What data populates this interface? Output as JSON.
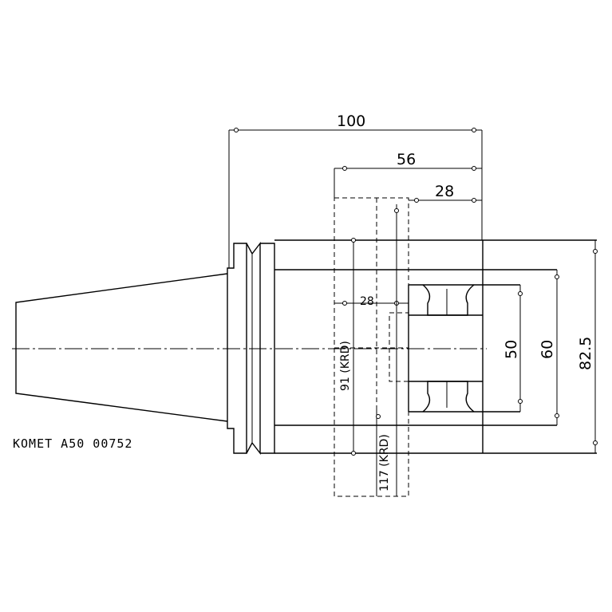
{
  "part_label": "KOMET A50 00752",
  "dimensions": {
    "d_100": "100",
    "d_56": "56",
    "d_28_top": "28",
    "d_28_inner": "28",
    "d_50": "50",
    "d_60": "60",
    "d_82_5": "82.5",
    "d_91": "91 (KRD)",
    "d_117": "117 (KRD)"
  }
}
